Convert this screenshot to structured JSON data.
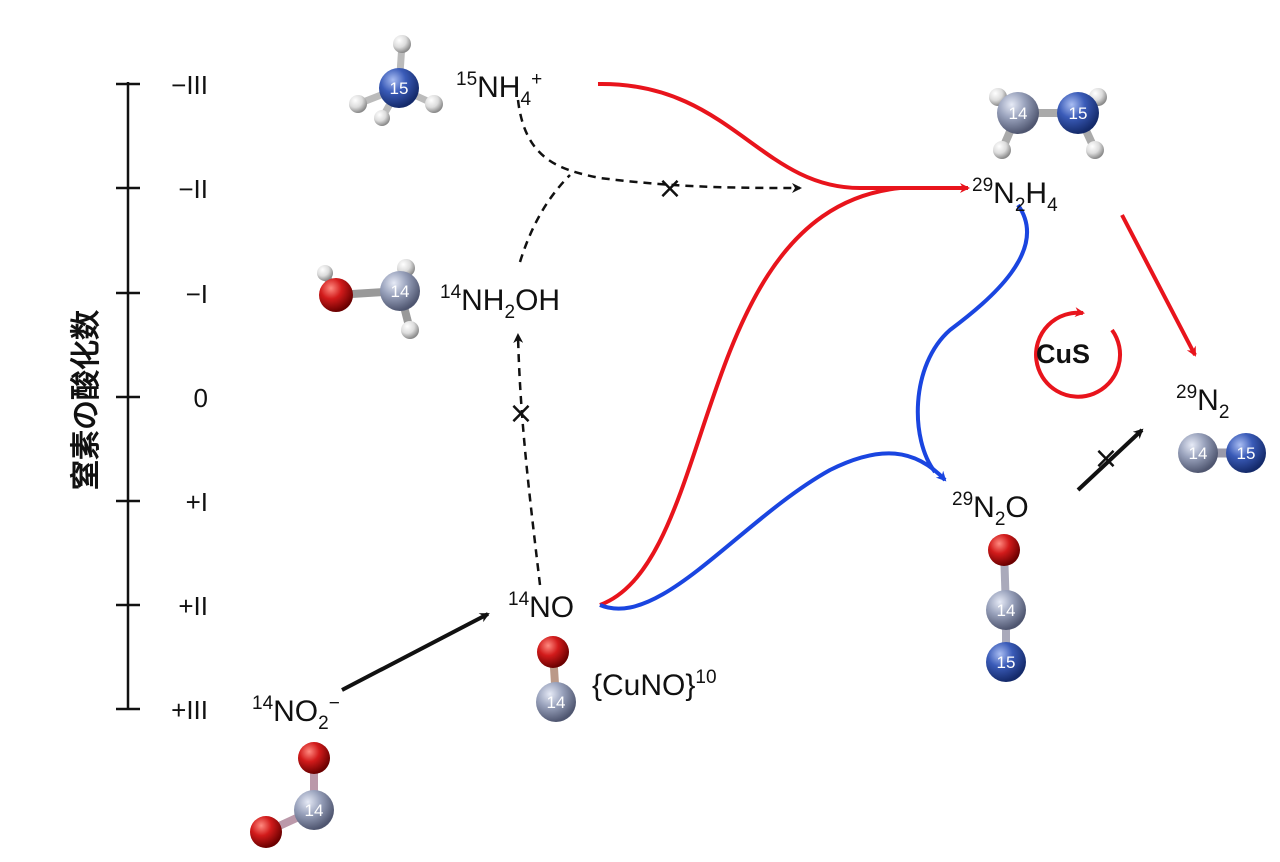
{
  "axis": {
    "title": "窒素の酸化数",
    "ticks": [
      "−III",
      "−II",
      "−I",
      "0",
      "+I",
      "+II",
      "+III"
    ]
  },
  "species": {
    "nh4": {
      "mass": "15",
      "formula": [
        "NH",
        "4",
        "+"
      ]
    },
    "nh2oh": {
      "mass": "14",
      "formula": [
        "NH",
        "2",
        "OH"
      ]
    },
    "n2h4": {
      "mass": "29",
      "formula": [
        "N",
        "2",
        "H",
        "4"
      ]
    },
    "no": {
      "mass": "14",
      "formula": [
        "NO"
      ]
    },
    "no2": {
      "mass": "14",
      "formula": [
        "NO",
        "2",
        "−"
      ]
    },
    "n2o": {
      "mass": "29",
      "formula": [
        "N",
        "2",
        "O"
      ]
    },
    "n2": {
      "mass": "29",
      "formula": [
        "N",
        "2"
      ]
    }
  },
  "cuno": {
    "text": "{CuNO}",
    "sup": "10"
  },
  "catalyst": "CuS",
  "atom_labels": {
    "n14": "14",
    "n15": "15"
  },
  "colors": {
    "red_path": "#e8141c",
    "blue_path": "#1a45e0",
    "black_path": "#111111",
    "oxygen": "#d21b1b",
    "n14": "#9aa3bd",
    "n15": "#3a5bb8",
    "hydrogen": "#dcdcdc"
  },
  "blocked_mark": "×"
}
